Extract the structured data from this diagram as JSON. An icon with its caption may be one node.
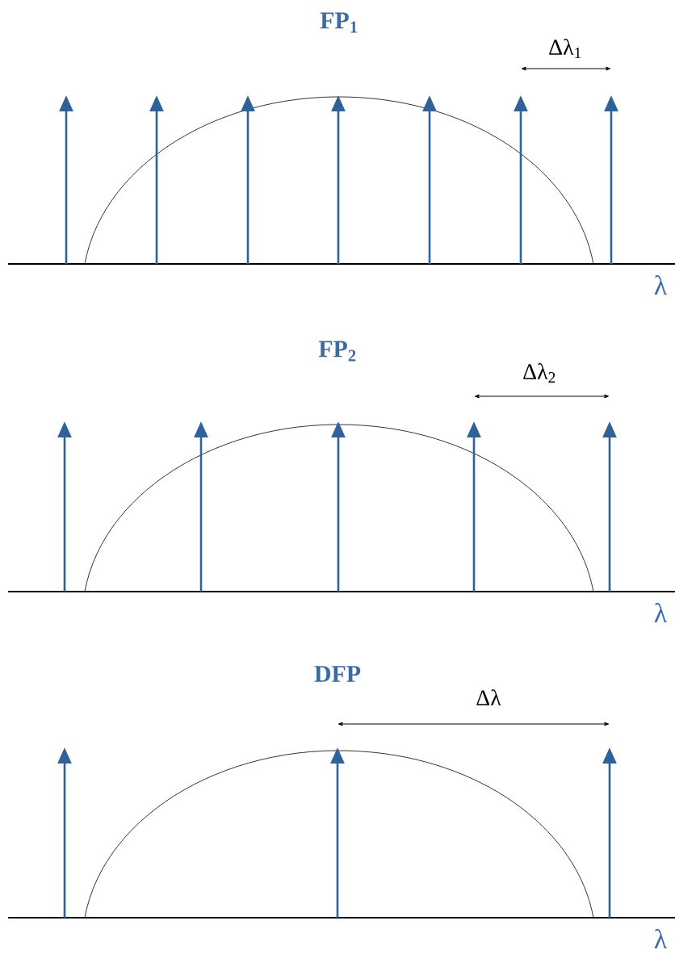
{
  "diagram": {
    "labels": [
      "FP$_{1}$",
      "Δλ$_{1}$",
      "λ",
      "FP$_{2}$",
      "Δλ$_{2}$",
      "λ",
      "DFP",
      "Δλ",
      "λ"
    ]
  }
}
